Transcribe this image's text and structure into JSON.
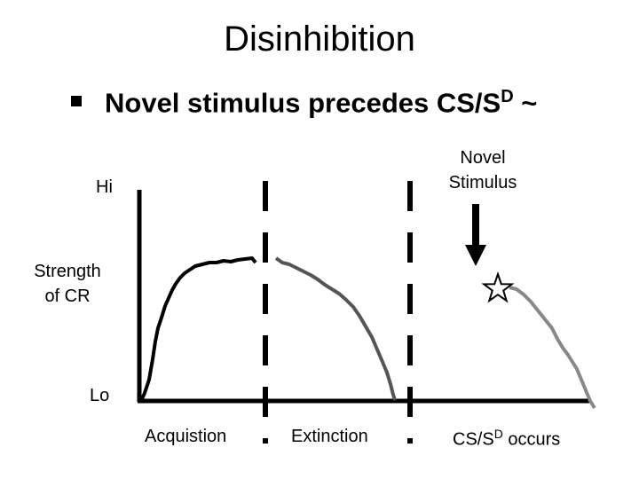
{
  "title": "Disinhibition",
  "bullet": {
    "icon": "square-bullet-icon",
    "text": "Novel stimulus precedes CS/S",
    "superscript": "D",
    "suffix": " ~"
  },
  "axis": {
    "hi_label": "Hi",
    "ylabel_line1": "Strength",
    "ylabel_line2": "of CR",
    "lo_label": "Lo"
  },
  "novel_stimulus": {
    "line1": "Novel",
    "line2": "Stimulus"
  },
  "phases": {
    "acquisition": "Acquistion",
    "extinction": "Extinction",
    "occurs_prefix": "CS/S",
    "occurs_superscript": "D",
    "occurs_suffix": " occurs"
  },
  "colors": {
    "acquisition_curve": "#000000",
    "extinction_curve": "#555555",
    "recovery_curve": "#888888",
    "axis": "#000000",
    "star_fill": "#ffffff"
  }
}
